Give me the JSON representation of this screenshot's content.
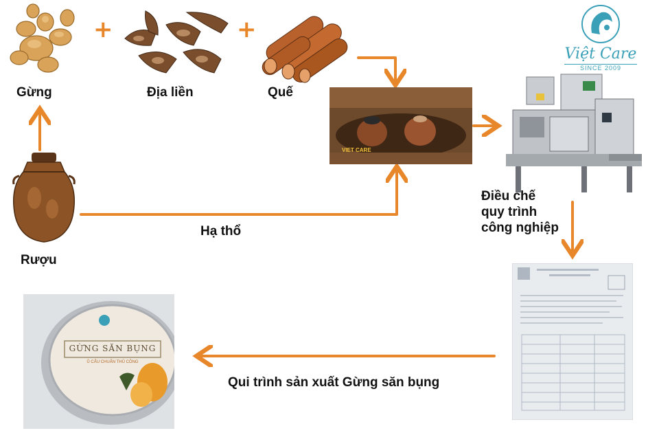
{
  "diagram": {
    "ingredients": {
      "ginger": "Gừng",
      "dia_lien": "Địa liền",
      "cinnamon": "Quế"
    },
    "wine": "Rượu",
    "bury_step": "Hạ thổ",
    "industrial_step": "Điều chế\nquy trình\ncông nghiệp",
    "caption": "Qui trình sản xuất Gừng săn bụng",
    "plus_sign": "+",
    "logo": {
      "brand": "Việt Care",
      "since": "SINCE 2009"
    },
    "jar_watermark": "VIET CARE",
    "product_lid": {
      "title": "GỪNG SĂN BỤNG",
      "subtitle": "Ủ CẨU CHUẨN THỦ CÔNG"
    },
    "colors": {
      "arrow": "#e8862a",
      "logo": "#3aa0b8",
      "text": "#111111"
    }
  }
}
